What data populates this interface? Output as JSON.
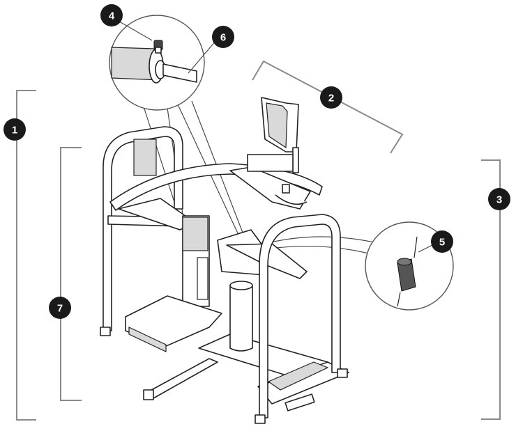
{
  "figure": {
    "colors": {
      "callout_fill": "#1a1a1a",
      "callout_text": "#ffffff",
      "bracket": "#8a8a8a",
      "line": "#222222"
    },
    "callouts": [
      {
        "id": "1",
        "label": "1"
      },
      {
        "id": "2",
        "label": "2"
      },
      {
        "id": "3",
        "label": "3"
      },
      {
        "id": "4",
        "label": "4"
      },
      {
        "id": "5",
        "label": "5"
      },
      {
        "id": "6",
        "label": "6"
      },
      {
        "id": "7",
        "label": "7"
      }
    ]
  }
}
